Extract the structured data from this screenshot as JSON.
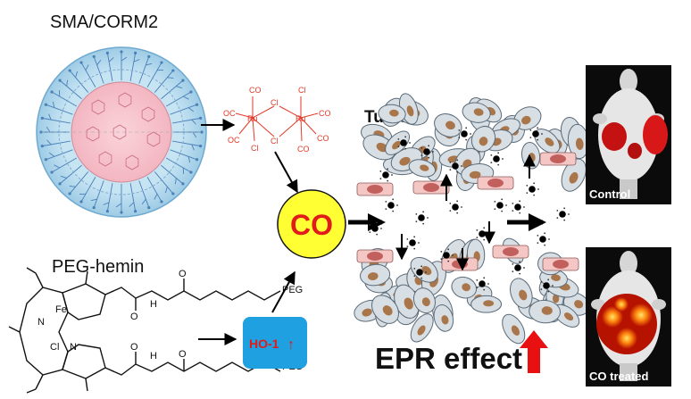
{
  "nanoparticle": {
    "label": "SMA/CORM2"
  },
  "hemin": {
    "label": "PEG-hemin",
    "metal": "Fe",
    "chloride": "Cl",
    "nitrogen": "N",
    "peg": "PEG",
    "oxygen": "O",
    "hydrogen": "H"
  },
  "corm": {
    "ru": "Ru",
    "cl": "Cl",
    "oc": "OC",
    "co": "CO"
  },
  "co_bubble": {
    "label": "CO"
  },
  "ho1": {
    "label": "HO-1",
    "arrow": "↑"
  },
  "tumor": {
    "label": "Tumor"
  },
  "epr": {
    "label": "EPR effect"
  },
  "photos": [
    {
      "label": "Control"
    },
    {
      "label": "CO treated"
    }
  ],
  "colors": {
    "shell": "#a9d3ea",
    "core": "#f7c3cc",
    "corm_red": "#e23a2a",
    "bubble": "#ffff33",
    "bubble_text": "#e11a1a",
    "ho1_box": "#1fa0e0",
    "epr_arrow": "#e81010"
  }
}
